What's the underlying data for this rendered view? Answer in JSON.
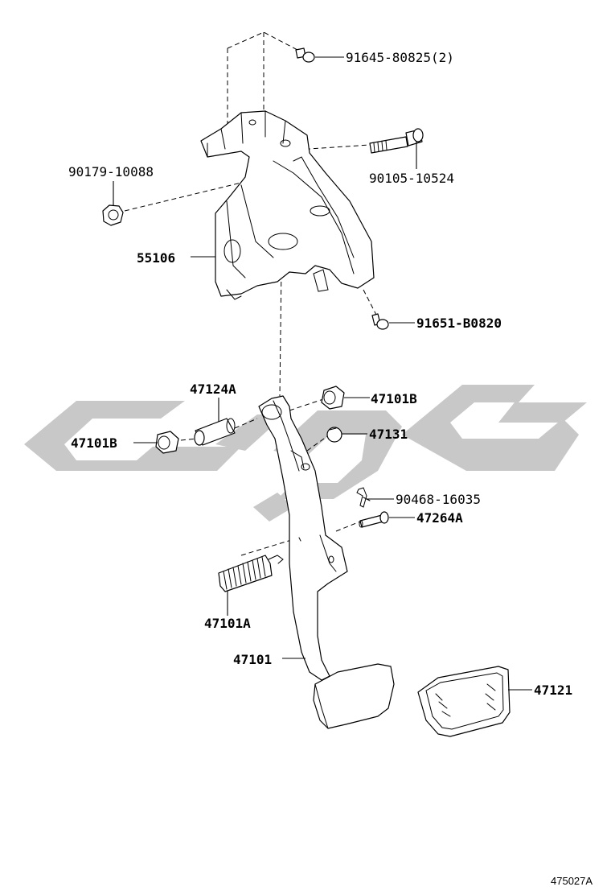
{
  "diagram_code": "475027A",
  "parts": {
    "bolt_top": "91645-80825(2)",
    "bolt_long": "90105-10524",
    "nut_left": "90179-10088",
    "bracket": "55106",
    "bolt_lower": "91651-B0820",
    "pipe": "47124A",
    "bushing_right": "47101B",
    "bushing_left": "47101B",
    "stopper": "47131",
    "clip": "90468-16035",
    "pin": "47264A",
    "spring": "47101A",
    "pedal_arm": "47101",
    "pedal_pad": "47121"
  }
}
